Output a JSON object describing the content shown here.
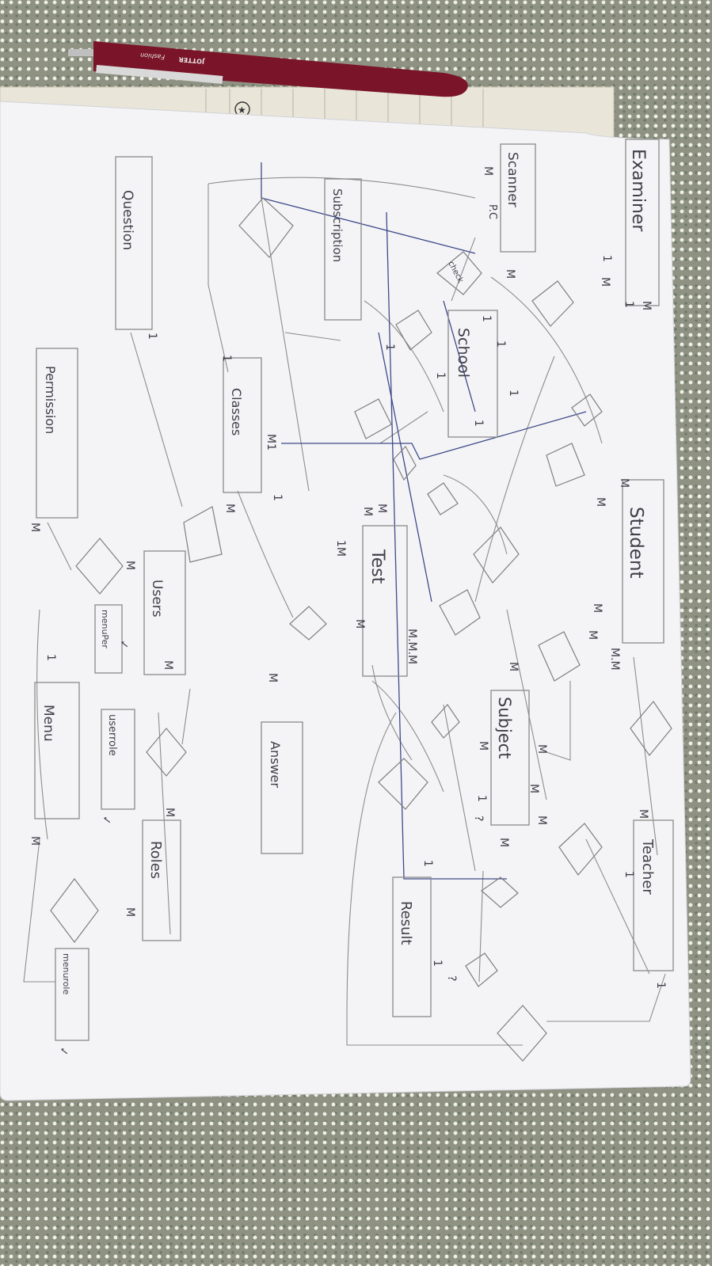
{
  "pen": {
    "brand": "JOTTER",
    "model": "Fashion"
  },
  "notebook": {
    "tab_mark": "#"
  },
  "entities": {
    "examiner": "Examiner",
    "scanner": "Scanner",
    "subscription": "Subscription",
    "question": "Question",
    "school": "School",
    "classes": "Classes",
    "permission": "Permission",
    "student": "Student",
    "users": "Users",
    "test": "Test",
    "user_role": "userrole",
    "menu": "Menu",
    "answer": "Answer",
    "subject": "Subject",
    "roles": "Roles",
    "teacher": "Teacher",
    "result": "Result",
    "menu_role": "menurole",
    "permission_role": "menuPer"
  },
  "relationships": {
    "check": "check"
  },
  "notes": {
    "scanner_pc": "P.C"
  },
  "cardinality": {
    "M": "M",
    "one": "1",
    "MM": "M.M",
    "MMM": "M.M.M",
    "one_M": "1M",
    "M_one": "M1",
    "question_mark": "?",
    "check_mark": "✓"
  },
  "colors": {
    "paper": "#f4f4f6",
    "pencil": "#8a8a8a",
    "blue_ink": "#3e4a8a",
    "pen_body": "#7a1428",
    "background": "#8f9283"
  }
}
